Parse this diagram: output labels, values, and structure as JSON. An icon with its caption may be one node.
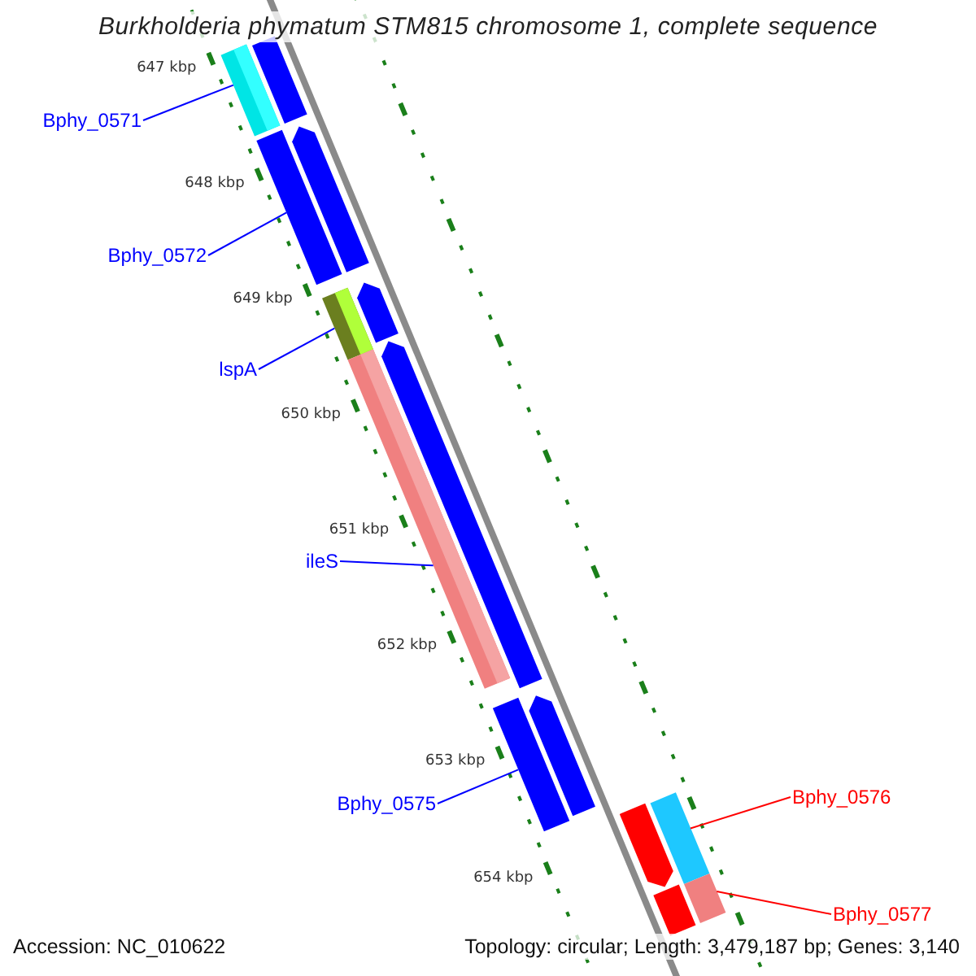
{
  "diagram": {
    "title": "Burkholderia phymatum STM815 chromosome 1, complete sequence",
    "nodes": [
      {
        "text": [
          "Bphy_0571"
        ]
      },
      {
        "text": [
          "Bphy_0572"
        ]
      },
      {
        "text": [
          "lspA"
        ]
      },
      {
        "text": [
          "ileS"
        ]
      },
      {
        "text": [
          "Bphy_0575"
        ]
      },
      {
        "text": [
          "Bphy_0576"
        ]
      },
      {
        "text": [
          "Bphy_0577"
        ]
      },
      {
        "text": [],
        "shape": "bar"
      },
      {
        "text": [],
        "shape": "bar"
      },
      {
        "text": [],
        "shape": "bar"
      },
      {
        "text": [],
        "shape": "bar"
      },
      {
        "text": [],
        "shape": "bar"
      },
      {
        "text": [],
        "shape": "bar"
      },
      {
        "text": [],
        "shape": "bar"
      },
      {
        "text": [],
        "shape": "bar"
      },
      {
        "text": [],
        "shape": "bar"
      },
      {
        "text": [],
        "shape": "bar"
      },
      {
        "text": [],
        "shape": "bar"
      },
      {
        "text": [],
        "shape": "bar"
      },
      {
        "text": [],
        "shape": "bar"
      },
      {
        "text": [],
        "shape": "bar"
      }
    ],
    "edges": [
      {
        "from": 0,
        "to": 7,
        "arrow": "none"
      },
      {
        "from": 1,
        "to": 8,
        "arrow": "none"
      },
      {
        "from": 2,
        "to": 9,
        "arrow": "none"
      },
      {
        "from": 3,
        "to": 10,
        "arrow": "none"
      },
      {
        "from": 4,
        "to": 11,
        "arrow": "none"
      },
      {
        "from": 5,
        "to": 12,
        "arrow": "none",
        "color": "#ff0000"
      },
      {
        "from": 6,
        "to": 13,
        "arrow": "none",
        "color": "#ff0000"
      }
    ],
    "labels": [
      "647 kbp",
      "648 kbp",
      "649 kbp",
      "650 kbp",
      "651 kbp",
      "652 kbp",
      "653 kbp",
      "654 kbp",
      "Accession: NC_010622",
      "Topology: circular; Length: 3,479,187 bp; Genes: 3,140"
    ]
  }
}
